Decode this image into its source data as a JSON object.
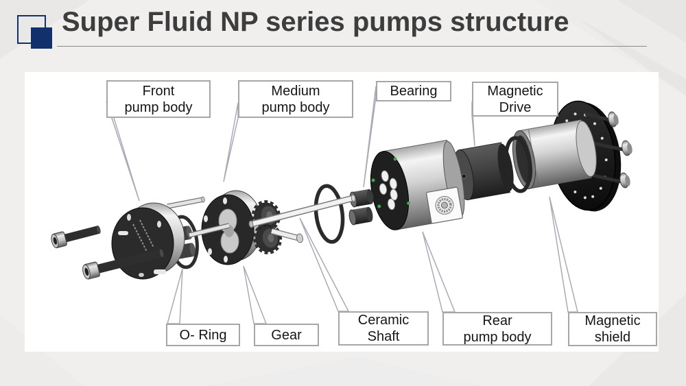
{
  "page_title": "Super Fluid NP series pumps structure",
  "callouts": {
    "front_pump_body": {
      "line1": "Front",
      "line2": "pump body"
    },
    "medium_pump_body": {
      "line1": "Medium",
      "line2": "pump body"
    },
    "bearing": {
      "line1": "Bearing"
    },
    "magnetic_drive": {
      "line1": "Magnetic",
      "line2": "Drive"
    },
    "o_ring": {
      "line1": "O- Ring"
    },
    "gear": {
      "line1": "Gear"
    },
    "ceramic_shaft": {
      "line1": "Ceramic",
      "line2": "Shaft"
    },
    "rear_pump_body": {
      "line1": "Rear",
      "line2": "pump body"
    },
    "magnetic_shield": {
      "line1": "Magnetic",
      "line2": "shield"
    }
  },
  "colors": {
    "accent_navy": "#12306b",
    "title_text": "#3d3d3d",
    "callout_border": "#a6a6a6",
    "leader_line": "#a9aab6",
    "panel_background": "#ffffff",
    "slide_background": "#f0efee",
    "status_green_dots": "#3daa4d"
  }
}
